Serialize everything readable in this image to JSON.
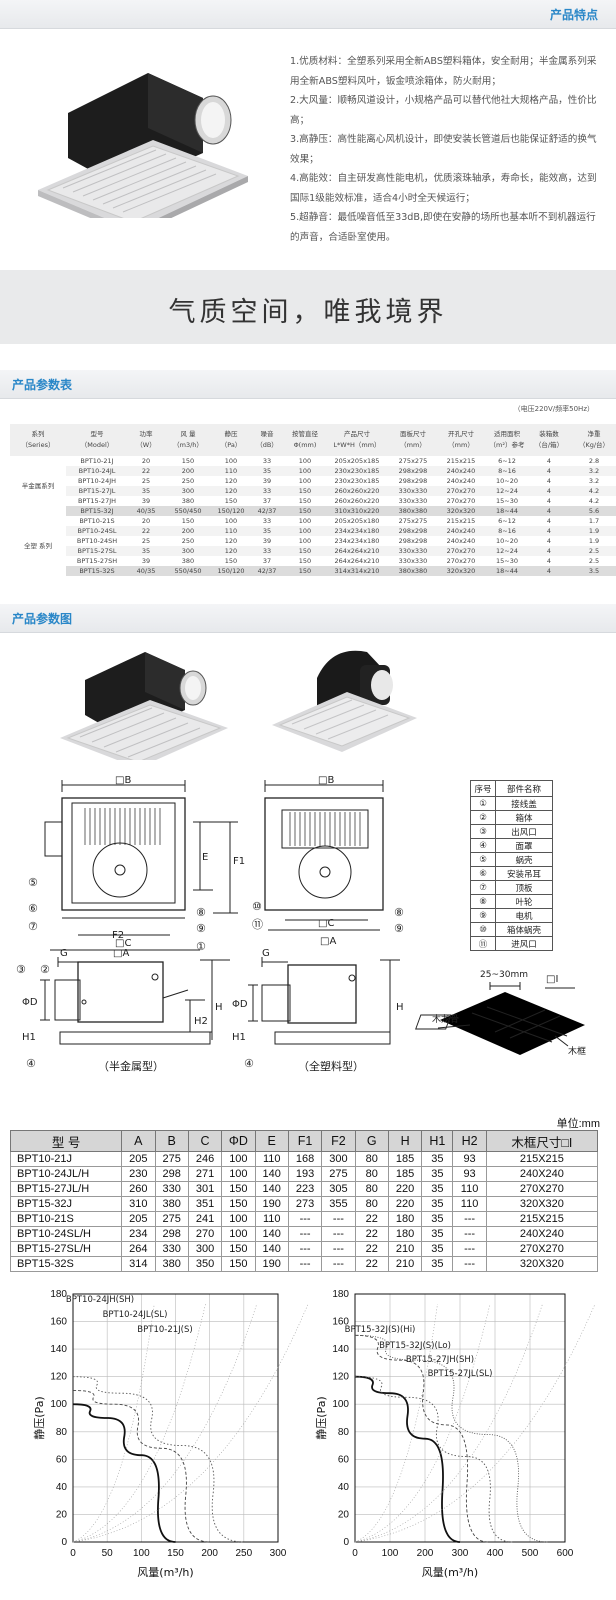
{
  "header": {
    "feature_title": "产品特点"
  },
  "features": [
    "1.优质材料：全塑系列采用全新ABS塑料箱体，安全耐用；半金属系列采用全新ABS塑料风叶，钣金喷涂箱体，防火耐用；",
    "2.大风量：顺畅风道设计，小规格产品可以替代他社大规格产品，性价比高；",
    "3.高静压：高性能离心风机设计，即使安装长管道后也能保证舒适的换气效果；",
    "4.高能效：自主研发高性能电机，优质滚珠轴承，寿命长，能效高，达到国际1级能效标准，适合4小时全天候运行；",
    "5.超静音：最低噪音低至33dB,即使在安静的场所也基本听不到机器运行的声音，合适卧室使用。"
  ],
  "slogan": "气质空间，唯我境界",
  "params": {
    "title": "产品参数表",
    "note": "（电压220V/频率50Hz）",
    "headers": [
      "系列\n（Series）",
      "型号\n（Model）",
      "功率\n（W）",
      "风 量\n（m3/h）",
      "静压\n（Pa）",
      "噪音\n（dB）",
      "按管直径\nΦ(mm)",
      "产品尺寸\nL*W*H（mm）",
      "面板尺寸\n（mm）",
      "开孔尺寸\n（mm）",
      "适用面积\n（m²）参考",
      "装箱数\n（台/箱）",
      "净重\n（Kg/台）"
    ],
    "series": [
      "半金属系列",
      "全塑 系列"
    ],
    "rows": [
      [
        "BPT10-21J",
        "20",
        "150",
        "100",
        "33",
        "100",
        "205x205x185",
        "275x275",
        "215x215",
        "6~12",
        "4",
        "2.8"
      ],
      [
        "BPT10-24JL",
        "22",
        "200",
        "110",
        "35",
        "100",
        "230x230x185",
        "298x298",
        "240x240",
        "8~16",
        "4",
        "3.2"
      ],
      [
        "BPT10-24JH",
        "25",
        "250",
        "120",
        "39",
        "100",
        "230x230x185",
        "298x298",
        "240x240",
        "10~20",
        "4",
        "3.2"
      ],
      [
        "BPT15-27JL",
        "35",
        "300",
        "120",
        "33",
        "150",
        "260x260x220",
        "330x330",
        "270x270",
        "12~24",
        "4",
        "4.2"
      ],
      [
        "BPT15-27JH",
        "39",
        "380",
        "150",
        "37",
        "150",
        "260x260x220",
        "330x330",
        "270x270",
        "15~30",
        "4",
        "4.2"
      ],
      [
        "BPT15-32J",
        "40/35",
        "550/450",
        "150/120",
        "42/37",
        "150",
        "310x310x220",
        "380x380",
        "320x320",
        "18~44",
        "4",
        "5.6"
      ],
      [
        "BPT10-21S",
        "20",
        "150",
        "100",
        "33",
        "100",
        "205x205x180",
        "275x275",
        "215x215",
        "6~12",
        "4",
        "1.7"
      ],
      [
        "BPT10-24SL",
        "22",
        "200",
        "110",
        "35",
        "100",
        "234x234x180",
        "298x298",
        "240x240",
        "8~16",
        "4",
        "1.9"
      ],
      [
        "BPT10-24SH",
        "25",
        "250",
        "120",
        "39",
        "100",
        "234x234x180",
        "298x298",
        "240x240",
        "10~20",
        "4",
        "1.9"
      ],
      [
        "BPT15-27SL",
        "35",
        "300",
        "120",
        "33",
        "150",
        "264x264x210",
        "330x330",
        "270x270",
        "12~24",
        "4",
        "2.5"
      ],
      [
        "BPT15-27SH",
        "39",
        "380",
        "150",
        "37",
        "150",
        "264x264x210",
        "330x330",
        "270x270",
        "15~30",
        "4",
        "2.5"
      ],
      [
        "BPT15-32S",
        "40/35",
        "550/450",
        "150/120",
        "42/37",
        "150",
        "314x314x210",
        "380x380",
        "320x320",
        "18~44",
        "4",
        "3.5"
      ]
    ]
  },
  "diagram": {
    "title": "产品参数图",
    "parts_header": [
      "序号",
      "部件名称"
    ],
    "parts": [
      [
        "①",
        "接线盖"
      ],
      [
        "②",
        "箱体"
      ],
      [
        "③",
        "出风口"
      ],
      [
        "④",
        "面罩"
      ],
      [
        "⑤",
        "蜗壳"
      ],
      [
        "⑥",
        "安装吊耳"
      ],
      [
        "⑦",
        "顶板"
      ],
      [
        "⑧",
        "叶轮"
      ],
      [
        "⑨",
        "电机"
      ],
      [
        "⑩",
        "箱体蜗壳"
      ],
      [
        "⑪",
        "进风口"
      ]
    ],
    "dims": {
      "B": "□B",
      "C": "□C",
      "A": "□A",
      "E": "E",
      "F1": "F1",
      "F2": "F2",
      "G": "G",
      "H": "H",
      "H1": "H1",
      "H2": "H2",
      "D": "ΦD",
      "I": "□I",
      "gap": "25~30mm"
    },
    "callouts": {
      "c1": "①",
      "c2": "②",
      "c3": "③",
      "c4": "④",
      "c5": "⑤",
      "c6": "⑥",
      "c7": "⑦",
      "c8": "⑧",
      "c9": "⑨",
      "c10": "⑩",
      "c11": "⑪"
    },
    "caption_metal": "（半金属型）",
    "caption_plastic": "（全塑料型）",
    "frame_labels": {
      "keel": "木龙骨",
      "frame": "木框"
    }
  },
  "dim_table": {
    "unit": "单位:mm",
    "headers": [
      "型 号",
      "A",
      "B",
      "C",
      "ΦD",
      "E",
      "F1",
      "F2",
      "G",
      "H",
      "H1",
      "H2",
      "木框尺寸□I"
    ],
    "rows": [
      [
        "BPT10-21J",
        "205",
        "275",
        "246",
        "100",
        "110",
        "168",
        "300",
        "80",
        "185",
        "35",
        "93",
        "215X215"
      ],
      [
        "BPT10-24JL/H",
        "230",
        "298",
        "271",
        "100",
        "140",
        "193",
        "275",
        "80",
        "185",
        "35",
        "93",
        "240X240"
      ],
      [
        "BPT15-27JL/H",
        "260",
        "330",
        "301",
        "150",
        "140",
        "223",
        "305",
        "80",
        "220",
        "35",
        "110",
        "270X270"
      ],
      [
        "BPT15-32J",
        "310",
        "380",
        "351",
        "150",
        "190",
        "273",
        "355",
        "80",
        "220",
        "35",
        "110",
        "320X320"
      ],
      [
        "BPT10-21S",
        "205",
        "275",
        "241",
        "100",
        "110",
        "---",
        "---",
        "22",
        "180",
        "35",
        "---",
        "215X215"
      ],
      [
        "BPT10-24SL/H",
        "234",
        "298",
        "270",
        "100",
        "140",
        "---",
        "---",
        "22",
        "180",
        "35",
        "---",
        "240X240"
      ],
      [
        "BPT15-27SL/H",
        "264",
        "330",
        "300",
        "150",
        "140",
        "---",
        "---",
        "22",
        "210",
        "35",
        "---",
        "270X270"
      ],
      [
        "BPT15-32S",
        "314",
        "380",
        "350",
        "150",
        "190",
        "---",
        "---",
        "22",
        "210",
        "35",
        "---",
        "320X320"
      ]
    ]
  },
  "chart_data": [
    {
      "type": "line",
      "xlabel": "风量(m³/h)",
      "ylabel": "静压(Pa)",
      "xlim": [
        0,
        300
      ],
      "ylim": [
        0,
        180
      ],
      "xticks": [
        0,
        50,
        100,
        150,
        200,
        250,
        300
      ],
      "yticks": [
        0,
        20,
        40,
        60,
        80,
        100,
        120,
        140,
        160,
        180
      ],
      "series": [
        {
          "name": "BPT10-21J(S)",
          "points": [
            [
              0,
              100
            ],
            [
              50,
              90
            ],
            [
              100,
              63
            ],
            [
              150,
              0
            ]
          ]
        },
        {
          "name": "BPT10-24JL(SL)",
          "points": [
            [
              0,
              110
            ],
            [
              60,
              100
            ],
            [
              130,
              68
            ],
            [
              200,
              0
            ]
          ]
        },
        {
          "name": "BPT10-24JH(SH)",
          "points": [
            [
              0,
              120
            ],
            [
              70,
              108
            ],
            [
              160,
              70
            ],
            [
              250,
              0
            ]
          ]
        }
      ]
    },
    {
      "type": "line",
      "xlabel": "风量(m³/h)",
      "ylabel": "静压(Pa)",
      "xlim": [
        0,
        600
      ],
      "ylim": [
        0,
        180
      ],
      "xticks": [
        0,
        100,
        200,
        300,
        400,
        500,
        600
      ],
      "yticks": [
        0,
        20,
        40,
        60,
        80,
        100,
        120,
        140,
        160,
        180
      ],
      "series": [
        {
          "name": "BPT15-27JL(SL)",
          "points": [
            [
              0,
              120
            ],
            [
              100,
              108
            ],
            [
              200,
              75
            ],
            [
              300,
              0
            ]
          ]
        },
        {
          "name": "BPT15-27JH(SH)",
          "points": [
            [
              0,
              150
            ],
            [
              130,
              132
            ],
            [
              260,
              85
            ],
            [
              380,
              0
            ]
          ]
        },
        {
          "name": "BPT15-32J(S)(Lo)",
          "points": [
            [
              0,
              120
            ],
            [
              150,
              105
            ],
            [
              320,
              62
            ],
            [
              450,
              0
            ]
          ]
        },
        {
          "name": "BPT15-32J(S)(Hi)",
          "points": [
            [
              0,
              150
            ],
            [
              180,
              132
            ],
            [
              380,
              78
            ],
            [
              550,
              0
            ]
          ]
        }
      ]
    }
  ]
}
